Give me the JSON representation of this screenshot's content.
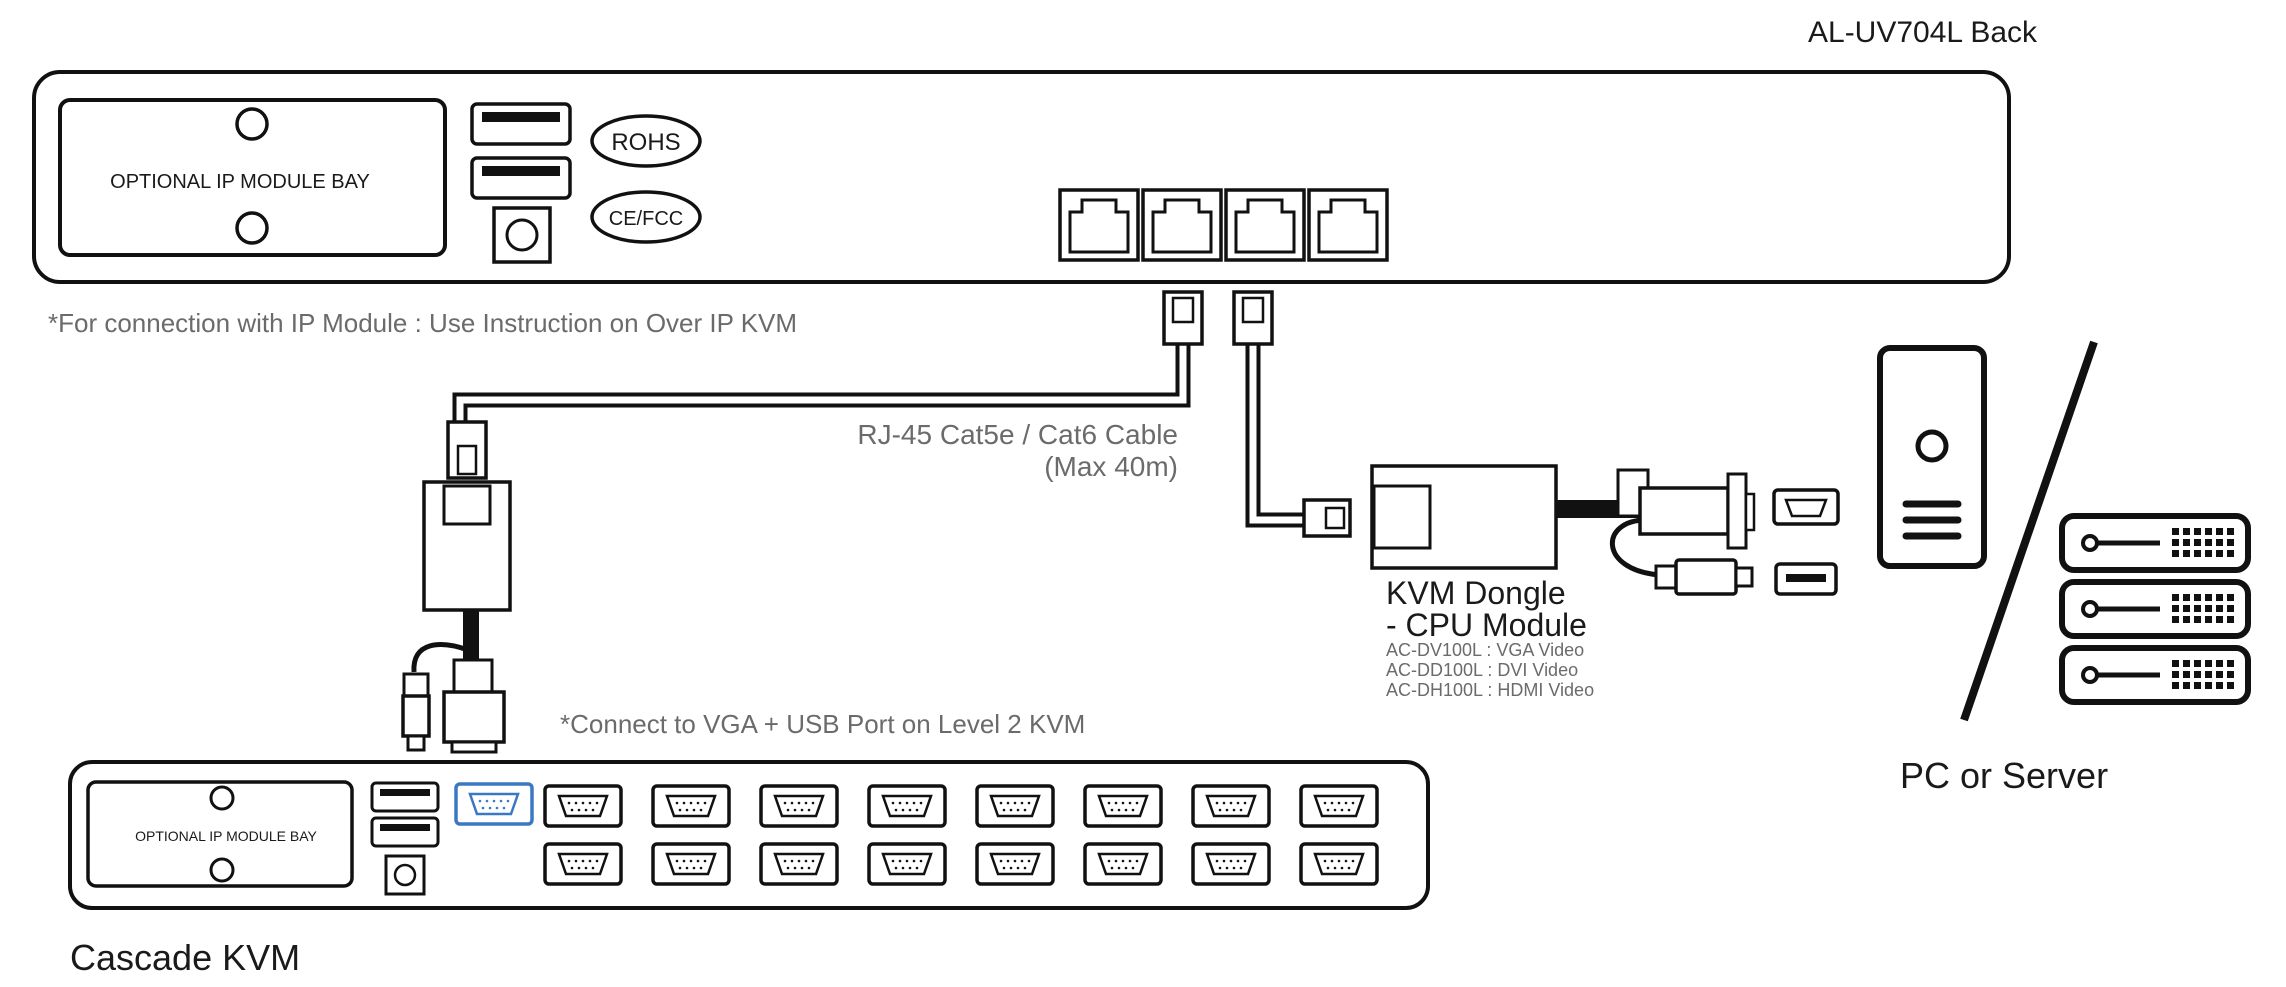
{
  "title": "AL-UV704L Back",
  "main_unit": {
    "module_bay_label": "OPTIONAL IP MODULE BAY",
    "badge_1": "ROHS",
    "badge_2": "CE/FCC"
  },
  "note_ip": "*For connection with IP Module : Use Instruction on Over IP KVM",
  "cable": {
    "line1": "RJ-45 Cat5e / Cat6 Cable",
    "line2": "(Max 40m)"
  },
  "dongle": {
    "title_line1": "KVM Dongle",
    "title_line2": "- CPU Module",
    "models": [
      "AC-DV100L : VGA Video",
      "AC-DD100L : DVI Video",
      "AC-DH100L : HDMI Video"
    ]
  },
  "note_vga": "*Connect to VGA + USB Port on Level 2 KVM",
  "cascade": {
    "module_bay_label": "OPTIONAL IP MODULE BAY",
    "label": "Cascade KVM",
    "highlight_color": "#3b78c4"
  },
  "pc_label": "PC or Server"
}
